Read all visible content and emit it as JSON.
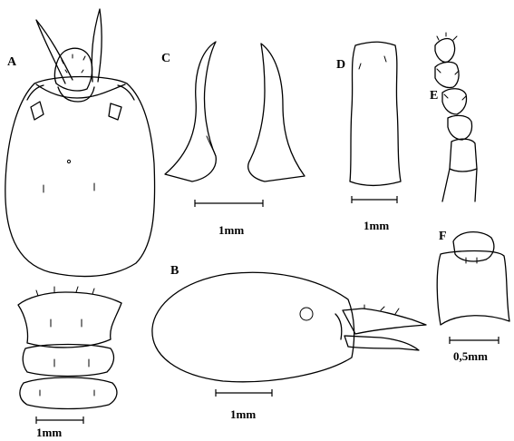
{
  "panels": {
    "a": "A",
    "b": "B",
    "c": "C",
    "d": "D",
    "e": "E",
    "f": "F"
  },
  "scale_bars": {
    "a": "1mm",
    "b": "1mm",
    "c": "1mm",
    "d": "1mm",
    "f": "0,5mm"
  }
}
